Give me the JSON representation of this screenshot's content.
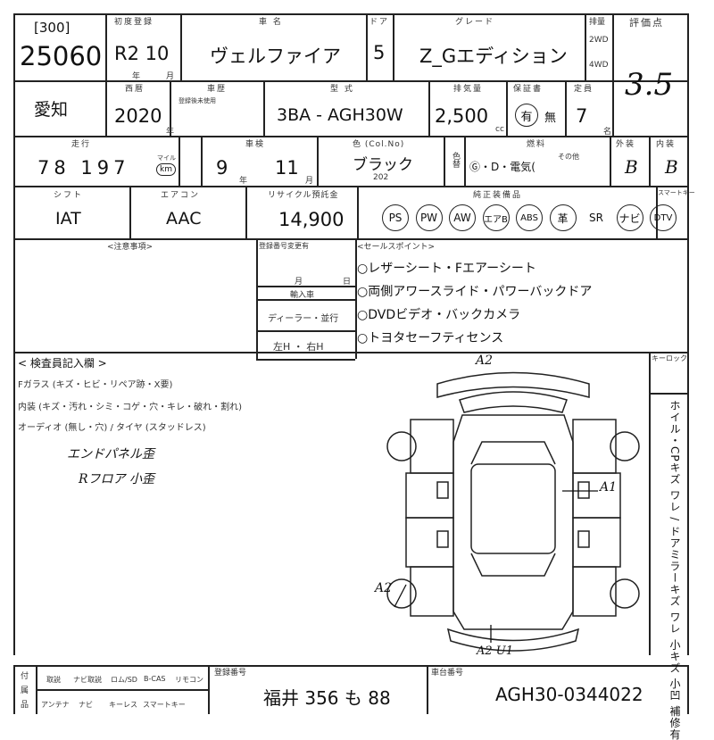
{
  "header": {
    "lot_code": "[300]",
    "lot_number": "25060",
    "first_reg_label": "初度登録",
    "first_reg_value": "R2 10",
    "first_reg_unit_year": "年",
    "first_reg_unit_month": "月",
    "car_name_label": "車 名",
    "car_name": "ヴェルファイア",
    "door_label": "ドア",
    "doors": "5",
    "grade_label": "グレード",
    "grade": "Z_Gエディション",
    "drive_label": "排量",
    "drive_2wd": "2WD",
    "drive_4wd": "4WD",
    "score_label": "評価点",
    "score": "3.5"
  },
  "row2": {
    "region": "愛知",
    "year_label": "西暦",
    "year": "2020",
    "year_unit": "年",
    "regno_label": "車歴",
    "regno_sub": "登録後未使用",
    "model_label": "型 式",
    "model": "3BA - AGH30W",
    "cc_label": "排気量",
    "cc": "2,500",
    "cc_unit": "cc",
    "warranty_label": "保証書",
    "warranty_yes": "有",
    "warranty_no": "無",
    "seats_label": "定員",
    "seats": "7",
    "seats_unit": "名"
  },
  "row3": {
    "mileage_label": "走行",
    "mileage": "78 197",
    "mileage_unit": "km",
    "mileage_alt": "マイル",
    "inspection_label": "車検",
    "inspection_year": "9",
    "inspection_month": "11",
    "inspection_unit_year": "年",
    "inspection_unit_month": "月",
    "color_label": "色 (Col.No)",
    "color": "ブラック",
    "color_code": "202",
    "recolor_label": "色替",
    "fuel_label": "燃料",
    "fuel_options": "Ⓖ・D・電気(",
    "fuel_other": "その他",
    "exterior_label": "外装",
    "exterior": "B",
    "interior_label": "内装",
    "interior": "B"
  },
  "row4": {
    "shift_label": "シフト",
    "shift": "IAT",
    "ac_label": "エアコン",
    "ac": "AAC",
    "recycle_label": "リサイクル預託金",
    "recycle": "14,900",
    "equipment_label": "純正装備品",
    "equipment": [
      "PS",
      "PW",
      "AW",
      "エアB",
      "ABS",
      "革",
      "SR",
      "ナビ",
      "DTV"
    ],
    "keyless_label": "スマートキー"
  },
  "notes": {
    "caution_label": "<注意事項>",
    "owner_change_label": "登録番号変更有",
    "month_label": "月",
    "day_label": "日",
    "import_label": "輸入車",
    "dealer_label": "ディーラー・並行",
    "steering_label": "左H ・ 右H",
    "sales_label": "<セールスポイント>",
    "sales_points": [
      "○レザーシート・Fエアーシート",
      "○両側アワースライド・パワーバックドア",
      "○DVDビデオ・バックカメラ",
      "○トヨタセーフティセンス"
    ]
  },
  "inspector": {
    "title": "< 検査員記入欄 >",
    "line1": "Fガラス (キズ・ヒビ・リペア跡・X要)",
    "line2": "内装 (キズ・汚れ・シミ・コゲ・穴・キレ・破れ・割れ)",
    "line3": "オーディオ (無し・穴) / タイヤ (スタッドレス)",
    "hand1": "エンドパネル歪",
    "hand2": "Rフロア 小歪",
    "keylock_label": "キーロック",
    "right_vertical": "ホイル・CPキズ ワレ / ドアミラーキズ ワレ 小キズ 小凹 補修有",
    "damage_a2_top": "A2",
    "damage_a1": "A1",
    "damage_a2_left": "A2",
    "damage_a2u1": "A2 U1"
  },
  "footer": {
    "labels": [
      "付",
      "属",
      "品"
    ],
    "items_row1": [
      "取説",
      "ナビ取説",
      "ロム/SD",
      "B-CAS",
      "リモコン"
    ],
    "items_row2": [
      "アンテナ",
      "ナビ",
      "キーレス",
      "スマートキー"
    ],
    "plate_label": "登録番号",
    "plate": "福井 356 も 88",
    "chassis_label": "車台番号",
    "chassis": "AGH30-0344022"
  }
}
